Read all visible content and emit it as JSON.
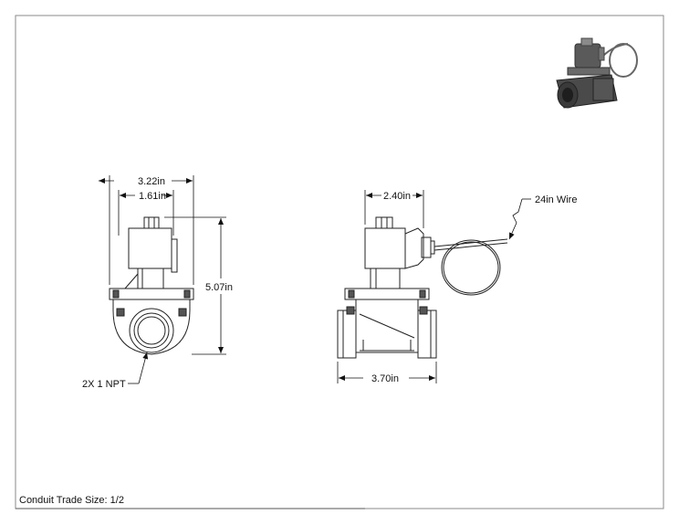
{
  "front_view": {
    "overall_width": "3.22in",
    "inner_width": "1.61in",
    "height": "5.07in",
    "port_callout": "2X 1 NPT"
  },
  "side_view": {
    "coil_width": "2.40in",
    "body_length": "3.70in",
    "wire_callout": "24in Wire"
  },
  "notes": {
    "conduit": "Conduit Trade Size: 1/2"
  },
  "colors": {
    "line": "#222222",
    "border": "#8a8a8a",
    "iso_body": "#4a4a4a"
  }
}
